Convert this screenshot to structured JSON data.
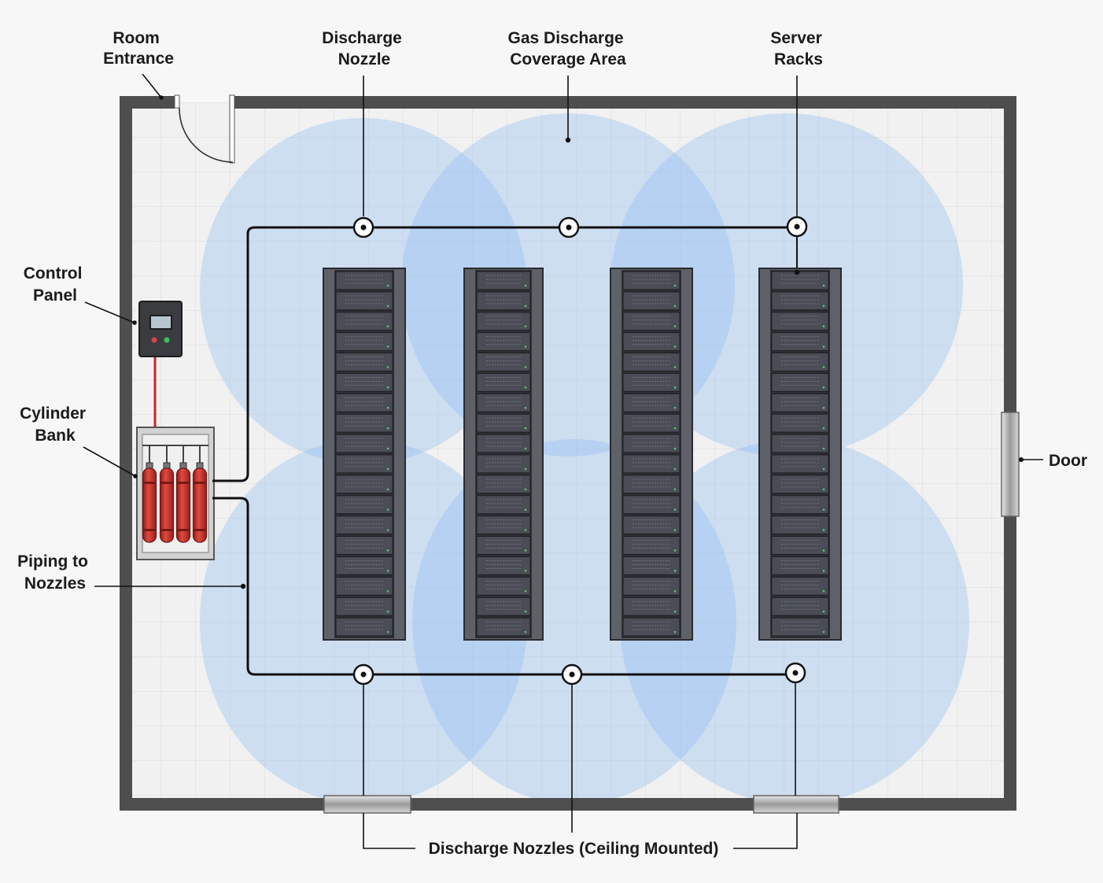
{
  "labels": {
    "room_entrance": [
      "Room",
      "Entrance"
    ],
    "discharge_nozzle": [
      "Discharge",
      "Nozzle"
    ],
    "gas_discharge_coverage": [
      "Gas Discharge",
      "Coverage Area"
    ],
    "server_racks": [
      "Server",
      "Racks"
    ],
    "control_panel": [
      "Control",
      "Panel"
    ],
    "cylinder_bank": [
      "Cylinder",
      "Bank"
    ],
    "piping_to_nozzles": [
      "Piping to",
      "Nozzles"
    ],
    "door": "Door",
    "ceiling_nozzles": "Discharge Nozzles (Ceiling Mounted)"
  },
  "components": {
    "server_rack_count": 4,
    "discharge_nozzle_count": 6,
    "coverage_zone_count": 6,
    "cylinder_count": 4
  },
  "colors": {
    "wall": "#4e4e4e",
    "floor": "#f1f1f1",
    "grid": "#dcdcdc",
    "coverage": "#8ab8f0",
    "rack": "#3d4048",
    "cylinder": "#c92f2b",
    "pipe": "#111111",
    "control_wire": "#c8262a"
  }
}
